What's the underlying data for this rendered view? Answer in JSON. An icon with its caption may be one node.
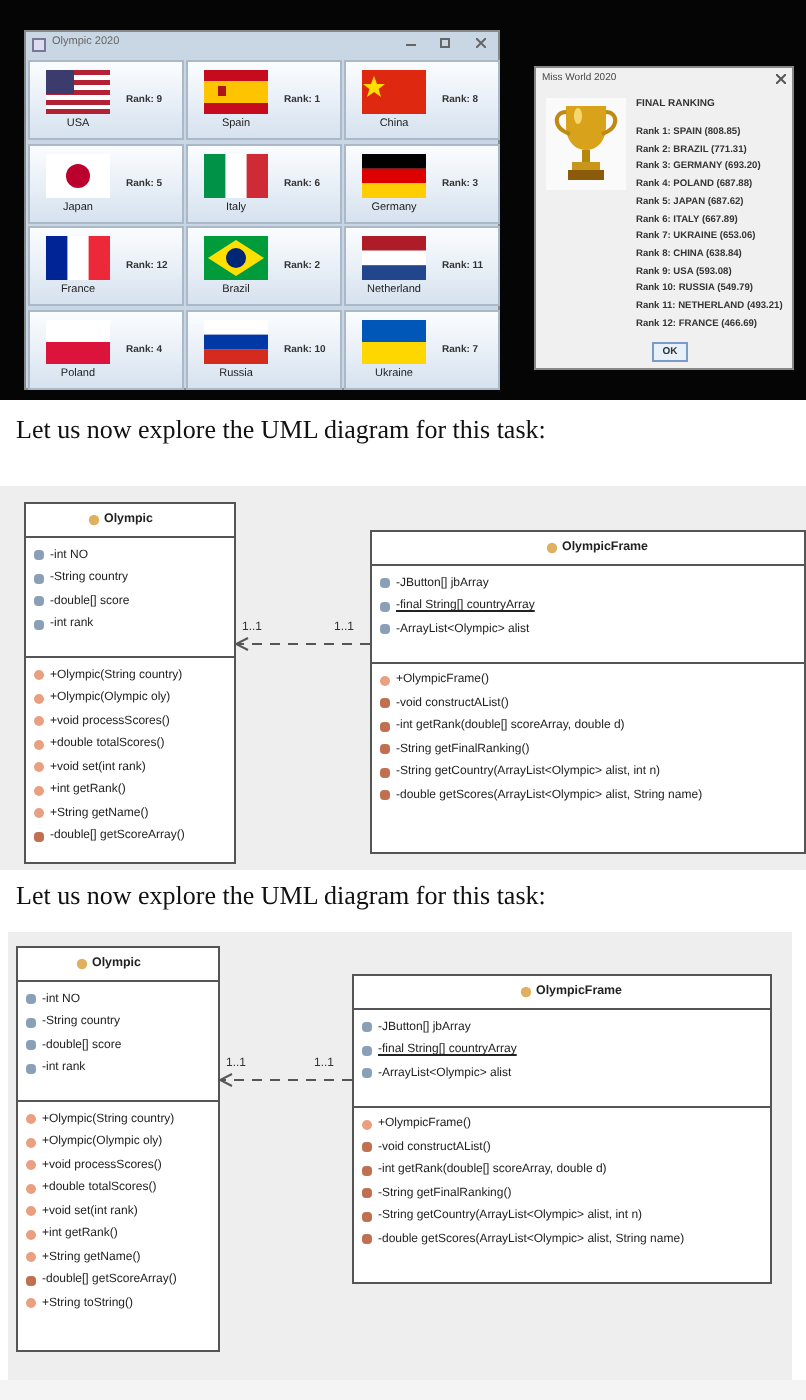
{
  "diagram": {
    "nodes": [
      {
        "text": [
          "Olympic 2020"
        ]
      },
      {
        "text": [
          "USA",
          "Rank: 9"
        ],
        "in": 0
      },
      {
        "text": [
          "Spain",
          "Rank: 1"
        ],
        "in": 0
      },
      {
        "text": [
          "China",
          "Rank: 8"
        ],
        "in": 0
      },
      {
        "text": [
          "Japan",
          "Rank: 5"
        ],
        "in": 0
      },
      {
        "text": [
          "Italy",
          "Rank: 6"
        ],
        "in": 0
      },
      {
        "text": [
          "Germany",
          "Rank: 3"
        ],
        "in": 0
      },
      {
        "text": [
          "France",
          "Rank: 12"
        ],
        "in": 0
      },
      {
        "text": [
          "Brazil",
          "Rank: 2"
        ],
        "in": 0
      },
      {
        "text": [
          "Netherland",
          "Rank: 11"
        ],
        "in": 0
      },
      {
        "text": [
          "Poland",
          "Rank: 4"
        ],
        "in": 0
      },
      {
        "text": [
          "Russia",
          "Rank: 10"
        ],
        "in": 0
      },
      {
        "text": [
          "Ukraine",
          "Rank: 7"
        ],
        "in": 0
      },
      {
        "text": [
          "Miss World 2020",
          "FINAL RANKING",
          "Rank 1: SPAIN (808.85)",
          "Rank 2: BRAZIL (771.31)",
          "Rank 3: GERMANY (693.20)",
          "Rank 4: POLAND (687.88)",
          "Rank 5: JAPAN (687.62)",
          "Rank 6: ITALY (667.89)",
          "Rank 7: UKRAINE (653.06)",
          "Rank 8: CHINA (638.84)",
          "Rank 9: USA (593.08)",
          "Rank 10: RUSSIA (549.79)",
          "Rank 11: NETHERLAND (493.21)",
          "Rank 12: FRANCE (466.69)"
        ]
      },
      {
        "text": [
          "OK"
        ],
        "in": 13
      },
      {
        "text": [
          "Olympic",
          "-int NO",
          "-String country",
          "-double[] score",
          "-int rank",
          "+Olympic(String country)",
          "+Olympic(Olympic oly)",
          "+void processScores()",
          "+double totalScores()",
          "+void set(int rank)",
          "+int getRank()",
          "+String getName()",
          "-double[] getScoreArray()"
        ]
      },
      {
        "text": [
          "OlympicFrame",
          "-JButton[] jbArray",
          "-final String[] countryArray",
          "-ArrayList<Olympic> alist",
          "+OlympicFrame()",
          "-void constructAList()",
          "-int getRank(double[] scoreArray, double d)",
          "-String getFinalRanking()",
          "-String getCountry(ArrayList<Olympic> alist, int n)",
          "-double getScores(ArrayList<Olympic> alist, String name)"
        ]
      },
      {
        "text": [
          "Olympic",
          "-int NO",
          "-String country",
          "-double[] score",
          "-int rank",
          "+Olympic(String country)",
          "+Olympic(Olympic oly)",
          "+void processScores()",
          "+double totalScores()",
          "+void set(int rank)",
          "+int getRank()",
          "+String getName()",
          "-double[] getScoreArray()",
          "+String toString()"
        ]
      },
      {
        "text": [
          "OlympicFrame",
          "-JButton[] jbArray",
          "-final String[] countryArray",
          "-ArrayList<Olympic> alist",
          "+OlympicFrame()",
          "-void constructAList()",
          "-int getRank(double[] scoreArray, double d)",
          "-String getFinalRanking()",
          "-String getCountry(ArrayList<Olympic> alist, int n)",
          "-double getScores(ArrayList<Olympic> alist, String name)"
        ]
      }
    ],
    "edges": [
      {
        "from": 16,
        "to": 15,
        "arrow": "to",
        "style": "dashed"
      },
      {
        "from": 18,
        "to": 17,
        "arrow": "to",
        "style": "dashed"
      }
    ],
    "labels": [
      "Let us now explore the UML diagram for this task:",
      "1..1",
      "1..1",
      "Let us now explore the UML diagram for this task:",
      "1..1",
      "1..1"
    ]
  }
}
